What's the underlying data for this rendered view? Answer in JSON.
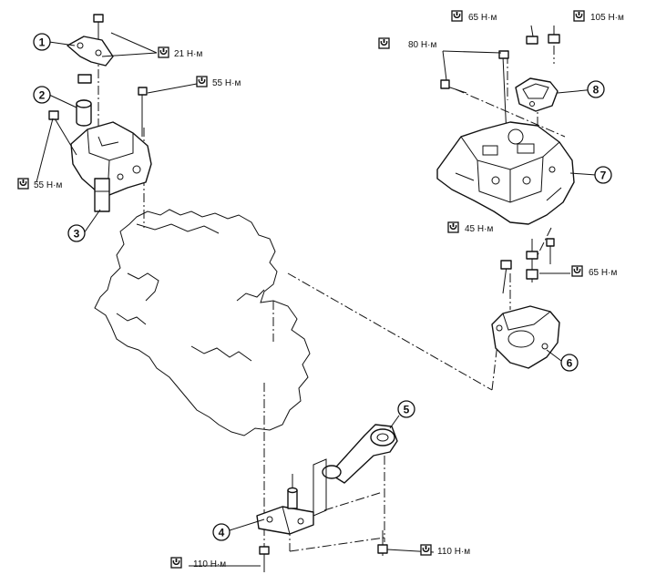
{
  "callouts": [
    {
      "id": "1",
      "label": "1"
    },
    {
      "id": "2",
      "label": "2"
    },
    {
      "id": "3",
      "label": "3"
    },
    {
      "id": "4",
      "label": "4"
    },
    {
      "id": "5",
      "label": "5"
    },
    {
      "id": "6",
      "label": "6"
    },
    {
      "id": "7",
      "label": "7"
    },
    {
      "id": "8",
      "label": "8"
    }
  ],
  "torques": [
    {
      "id": "t21",
      "label": "21 Н·м"
    },
    {
      "id": "t55a",
      "label": "55 Н·м"
    },
    {
      "id": "t55b",
      "label": "55 Н·м"
    },
    {
      "id": "t65a",
      "label": "65 Н·м"
    },
    {
      "id": "t105",
      "label": "105 Н·м"
    },
    {
      "id": "t80",
      "label": "80 Н·м"
    },
    {
      "id": "t45",
      "label": "45 Н·м"
    },
    {
      "id": "t65b",
      "label": "65 Н·м"
    },
    {
      "id": "t110a",
      "label": "110 Н·м"
    },
    {
      "id": "t110b",
      "label": "110 Н·м"
    }
  ],
  "icons": {
    "torque": "torque-wrench-icon"
  }
}
